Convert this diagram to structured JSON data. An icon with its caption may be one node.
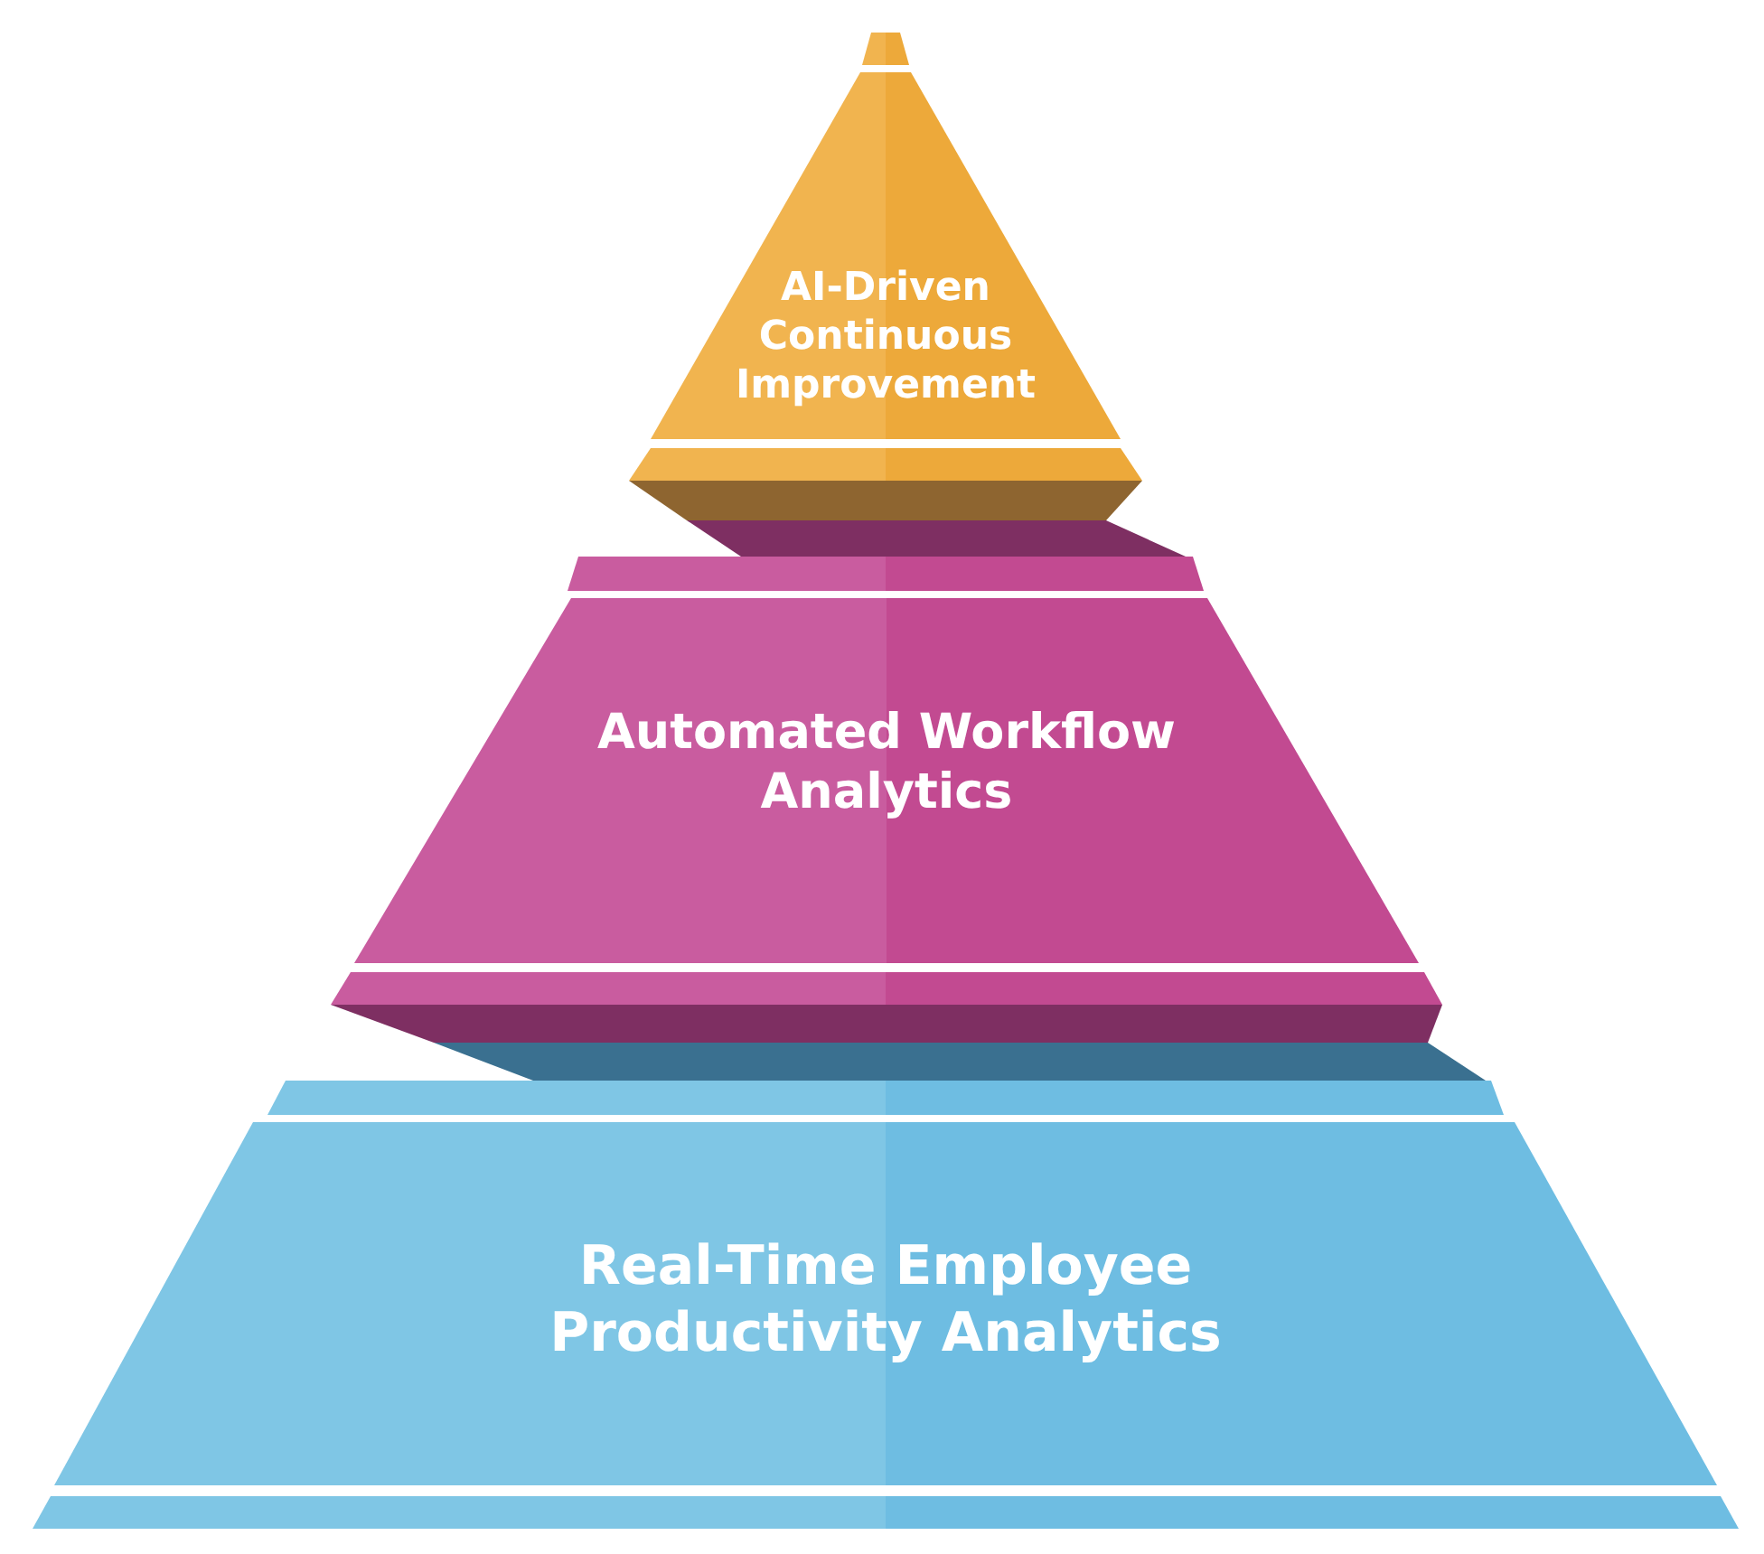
{
  "diagram": {
    "nodes": [
      {
        "text": [
          "AI-Driven Continuous Improvement"
        ]
      },
      {
        "text": [
          "Automated Workflow Analytics"
        ]
      },
      {
        "text": [
          "Real-Time Employee Productivity Analytics"
        ]
      }
    ]
  }
}
